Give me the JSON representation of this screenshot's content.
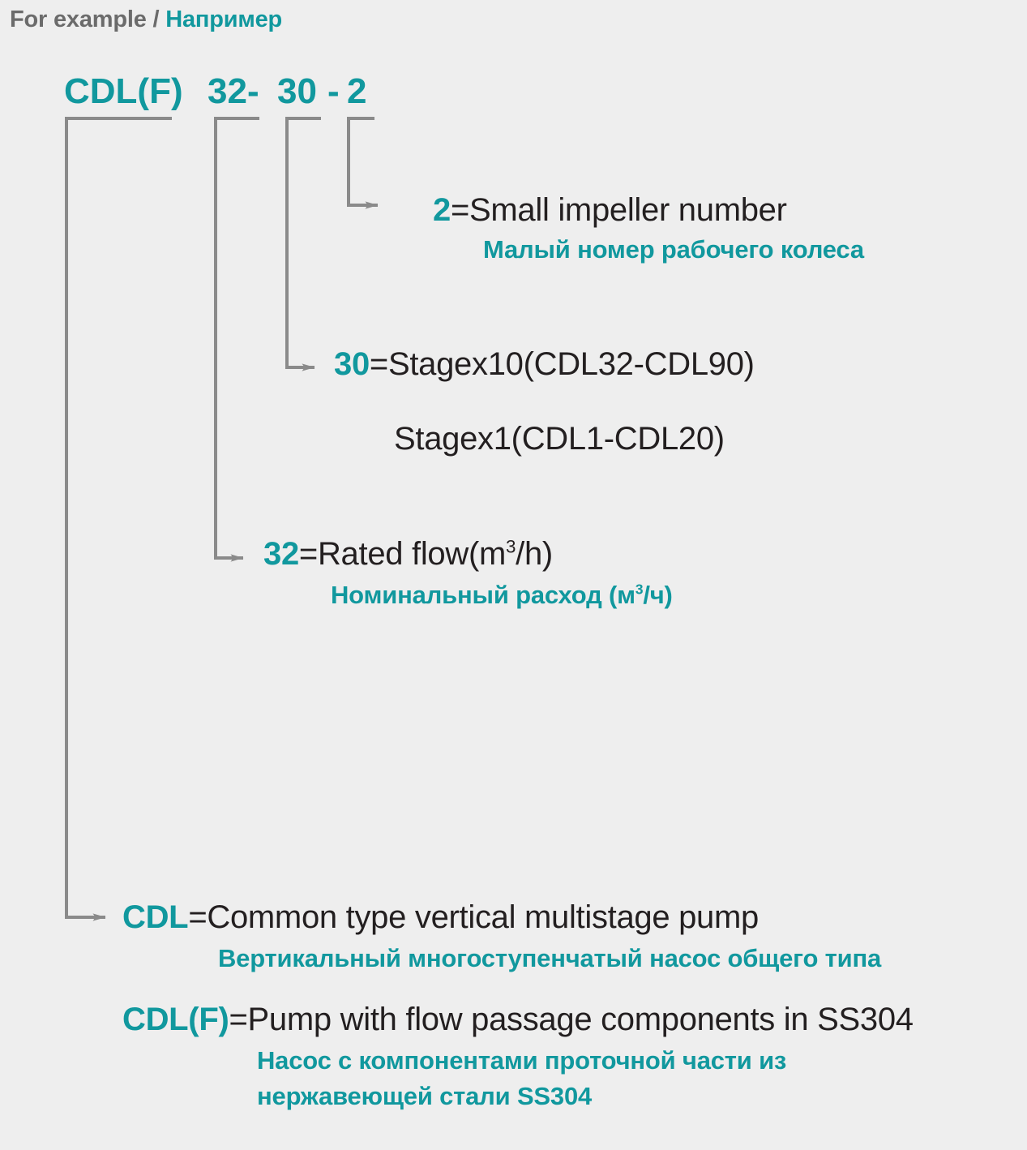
{
  "header": {
    "english": "For example",
    "separator": "/",
    "russian": "Например"
  },
  "model_code": {
    "full": "CDL(F) 32- 30 - 2",
    "segments": {
      "series": "CDL(F)",
      "flow": "32-",
      "stage": "30",
      "dash": "-",
      "impeller": "2"
    }
  },
  "colors": {
    "accent_teal": "#11989e",
    "body_dark": "#231f20",
    "header_gray": "#6b6b6b",
    "connector_gray": "#8a8a8a",
    "background": "#eeeeee"
  },
  "legend": {
    "impeller": {
      "code": "2",
      "equals": "=",
      "english": "Small impeller number",
      "russian": "Малый номер рабочего колеса"
    },
    "stage": {
      "code": "30",
      "equals": "=",
      "english": "Stagex10(CDL32-CDL90)",
      "english_line2": "Stagex1(CDL1-CDL20)"
    },
    "flow": {
      "code": "32",
      "equals": "=",
      "english_pre": "Rated flow(m",
      "english_sup": "3",
      "english_post": "/h)",
      "russian_pre": "Номинальный расход (м",
      "russian_sup": "3",
      "russian_post": "/ч)"
    },
    "cdl": {
      "code": "CDL",
      "equals": "=",
      "english": "Common type vertical multistage pump",
      "russian": "Вертикальный многоступенчатый насос общего типа"
    },
    "cdlf": {
      "code": "CDL(F)",
      "equals": "=",
      "english": "Pump with flow passage components in SS304",
      "russian_line1": "Насос с компонентами проточной части из",
      "russian_line2": "нержавеющей стали SS304"
    }
  }
}
